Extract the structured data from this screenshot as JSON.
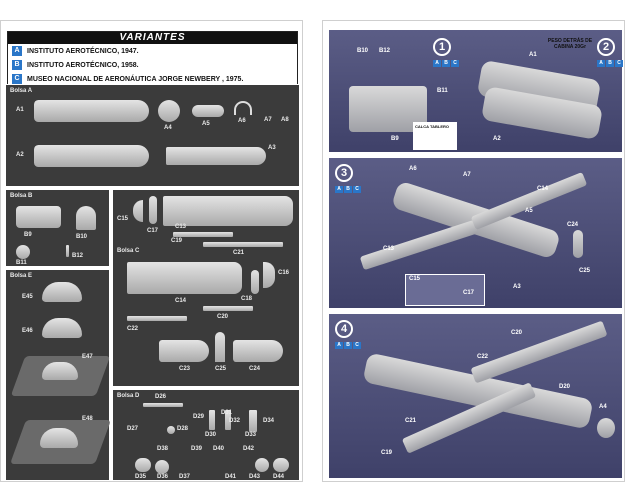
{
  "variantes": {
    "title": "VARIANTES",
    "items": [
      {
        "badge": "A",
        "text": "INSTITUTO AEROTÉCNICO, 1947."
      },
      {
        "badge": "B",
        "text": "INSTITUTO AEROTÉCNICO, 1958."
      },
      {
        "badge": "C",
        "text": "MUSEO NACIONAL DE AERONÁUTICA  JORGE NEWBERY , 1975."
      }
    ]
  },
  "bolsa_a": {
    "title": "Bolsa  A",
    "labels": [
      "A1",
      "A2",
      "A3",
      "A4",
      "A5",
      "A6",
      "A7",
      "A8"
    ]
  },
  "bolsa_b": {
    "title": "Bolsa  B",
    "labels": [
      "B9",
      "B10",
      "B11",
      "B12"
    ]
  },
  "bolsa_c": {
    "title": "Bolsa  C",
    "labels": [
      "C13",
      "C14",
      "C15",
      "C16",
      "C17",
      "C18",
      "C19",
      "C20",
      "C21",
      "C22",
      "C23",
      "C24",
      "C25"
    ]
  },
  "bolsa_d": {
    "title": "Bolsa  D",
    "labels": [
      "D26",
      "D27",
      "D28",
      "D29",
      "D30",
      "D31",
      "D32",
      "D33",
      "D34",
      "D35",
      "D36",
      "D37",
      "D38",
      "D39",
      "D40",
      "D41",
      "D42",
      "D43",
      "D44"
    ]
  },
  "bolsa_e": {
    "title": "Bolsa  E",
    "labels": [
      "E45",
      "E46",
      "E47",
      "E48"
    ]
  },
  "steps": {
    "s1": {
      "number": "1",
      "labels": [
        "B10",
        "B12",
        "B9",
        "B11"
      ],
      "annotation": "CALCA TABLERO"
    },
    "s2": {
      "number": "2",
      "labels": [
        "A1",
        "A2"
      ],
      "note": "PESO DETRÁS DE CABINA 20Gr"
    },
    "s3": {
      "number": "3",
      "labels": [
        "A6",
        "A7",
        "A5",
        "C14",
        "C13",
        "C24",
        "C25",
        "A3",
        "C15",
        "C17"
      ]
    },
    "s4": {
      "number": "4",
      "labels": [
        "C20",
        "C22",
        "D20",
        "A4",
        "C21",
        "C19"
      ]
    },
    "abc": [
      "A",
      "B",
      "C"
    ]
  },
  "colors": {
    "badge": "#2a76c8",
    "panel": "#3b3b3b",
    "step_bg": "#4d4f7a"
  }
}
